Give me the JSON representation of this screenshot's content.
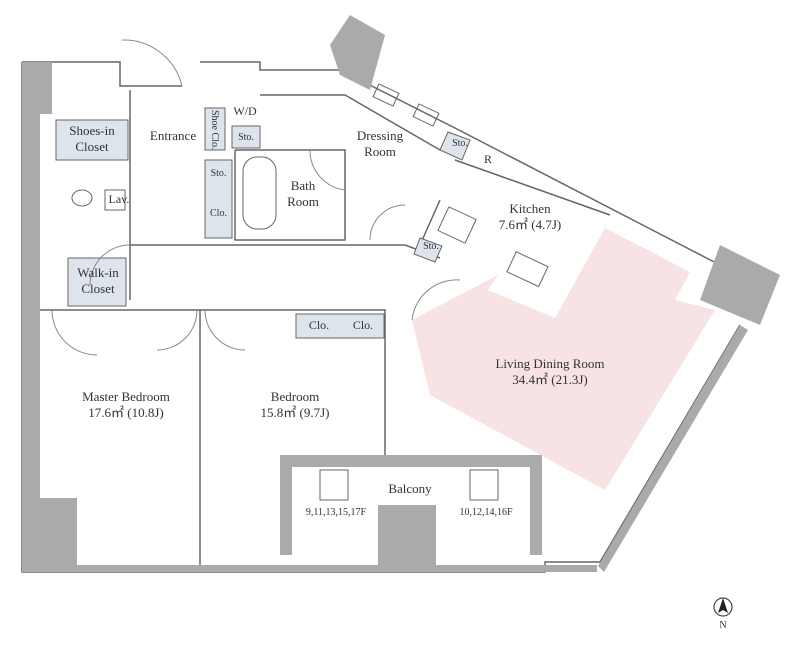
{
  "rooms": {
    "shoes_in_closet": [
      "Shoes-in",
      "Closet"
    ],
    "entrance": "Entrance",
    "shoe_clo": "Shoe Clo.",
    "wd": "W/D",
    "sto_a": "Sto.",
    "dressing_room": [
      "Dressing",
      "Room"
    ],
    "sto_b": "Sto.",
    "r": "R",
    "lav": "Lav.",
    "sto_c": "Sto.",
    "bath_room": [
      "Bath",
      "Room"
    ],
    "clo_a": "Clo.",
    "kitchen": "Kitchen",
    "kitchen_area": "7.6㎡ (4.7J)",
    "sto_d": "Sto.",
    "walk_in_closet": [
      "Walk-in",
      "Closet"
    ],
    "clo_b": "Clo.",
    "clo_c": "Clo.",
    "living_dining": "Living Dining Room",
    "living_dining_area": "34.4㎡ (21.3J)",
    "master_bedroom": "Master Bedroom",
    "master_bedroom_area": "17.6㎡ (10.8J)",
    "bedroom": "Bedroom",
    "bedroom_area": "15.8㎡ (9.7J)",
    "balcony": "Balcony",
    "floors_left": "9,11,13,15,17F",
    "floors_right": "10,12,14,16F"
  },
  "compass": {
    "label": "N"
  },
  "colors": {
    "wall": "#aaaaaa",
    "closet_fill": "#dde4ec",
    "living_highlight": "#f7e3e3",
    "line": "#555555"
  }
}
